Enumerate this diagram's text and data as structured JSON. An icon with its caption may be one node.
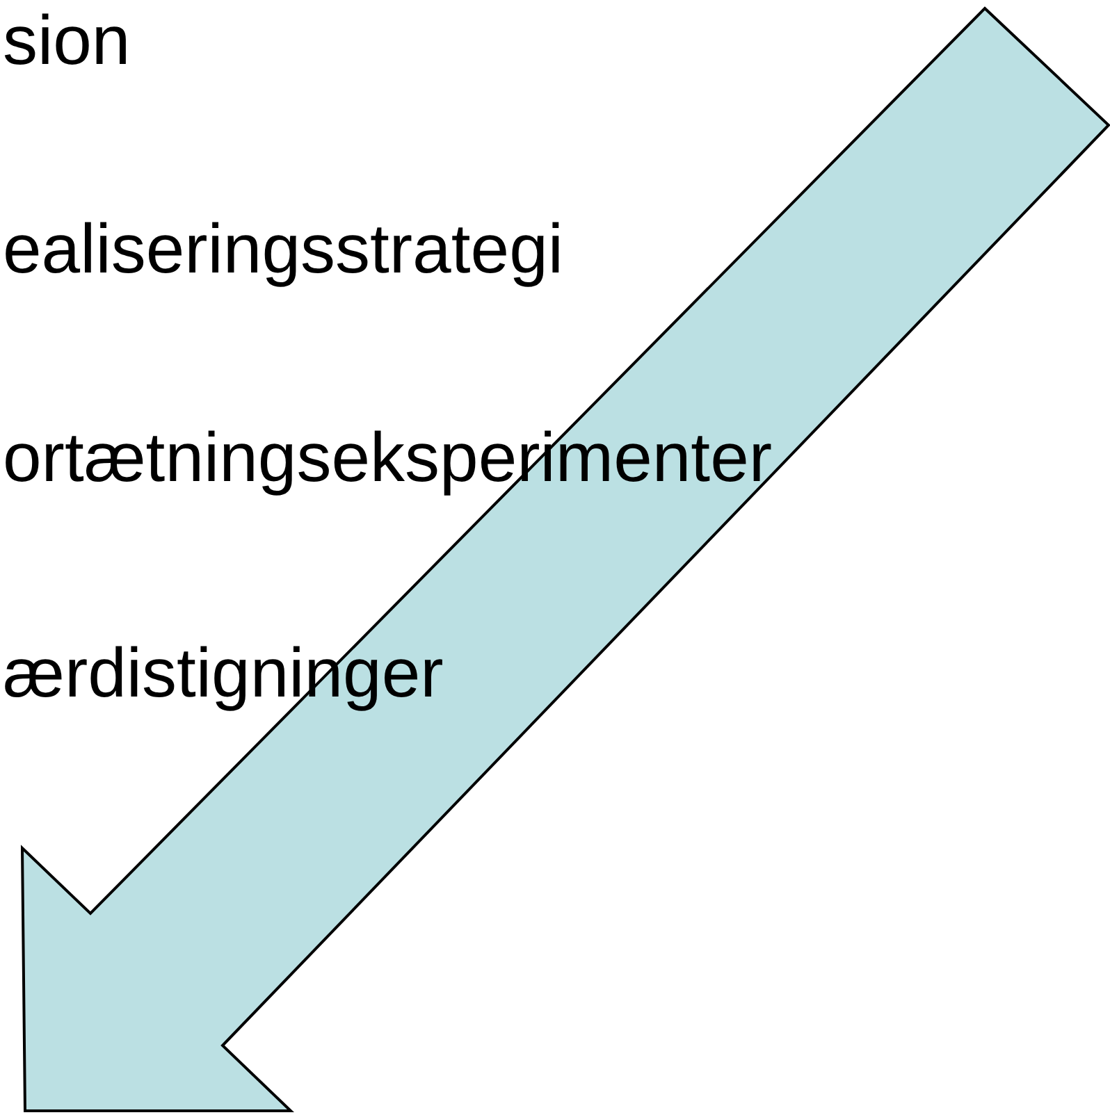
{
  "diagram": {
    "labels": [
      "sion",
      "ealiseringsstrategi",
      "ortætningseksperimenter",
      "ærdistigninger"
    ]
  }
}
